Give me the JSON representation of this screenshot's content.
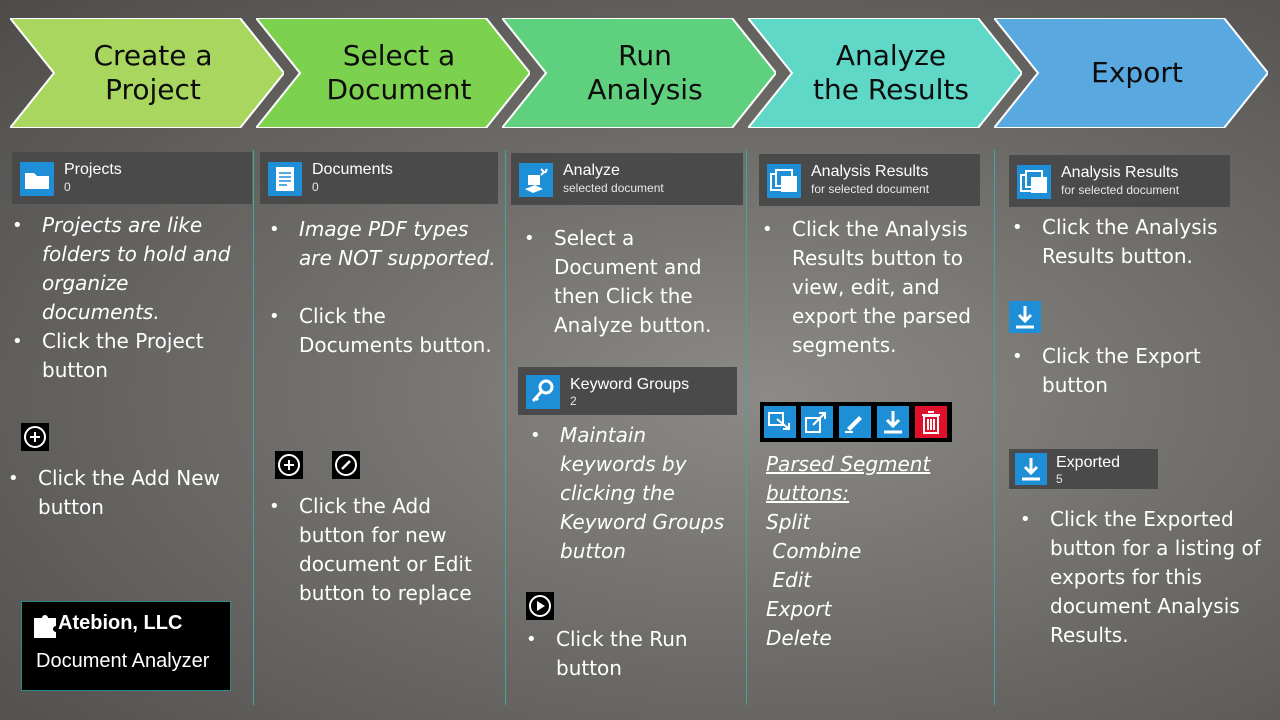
{
  "steps": [
    {
      "label": "Create a\nProject",
      "color": "#a8d65e"
    },
    {
      "label": "Select a\nDocument",
      "color": "#7cd14f"
    },
    {
      "label": "Run\nAnalysis",
      "color": "#5fd07e"
    },
    {
      "label": "Analyze\nthe Results",
      "color": "#5fd8c8"
    },
    {
      "label": "Export",
      "color": "#5aa8e0"
    }
  ],
  "col1": {
    "tile_title": "Projects",
    "tile_count": "0",
    "b1": "Projects are like folders to hold and organize  documents.",
    "b2": "Click the Project button",
    "b3": "Click the Add New button",
    "logo_brand": "Atebion, LLC",
    "logo_sub": "Document Analyzer"
  },
  "col2": {
    "tile_title": "Documents",
    "tile_count": "0",
    "b1": "Image PDF types are NOT supported.",
    "b2": "Click the Documents button.",
    "b3": "Click the Add button for new document or Edit button to replace"
  },
  "col3": {
    "tile_title": "Analyze",
    "tile_sub": "selected document",
    "b1": "Select a Document and then Click the Analyze button.",
    "kw_title": "Keyword Groups",
    "kw_count": "2",
    "b2": "Maintain keywords by clicking the Keyword Groups button",
    "b3": "Click the Run button"
  },
  "col4": {
    "tile_title": "Analysis Results",
    "tile_sub": "for selected document",
    "b1": "Click the Analysis Results button to view, edit, and export the parsed segments.",
    "seg_heading": "Parsed Segment buttons:",
    "seg_items": [
      "Split",
      " Combine",
      " Edit",
      "Export",
      "Delete"
    ]
  },
  "col5": {
    "tile_title": "Analysis Results",
    "tile_sub": "for selected document",
    "b1": "Click the Analysis Results button.",
    "b2": "Click the Export button",
    "exp_title": "Exported",
    "exp_count": "5",
    "b3": "Click the Exported button for a listing of exports for this document Analysis Results."
  },
  "bullet_char": "•"
}
